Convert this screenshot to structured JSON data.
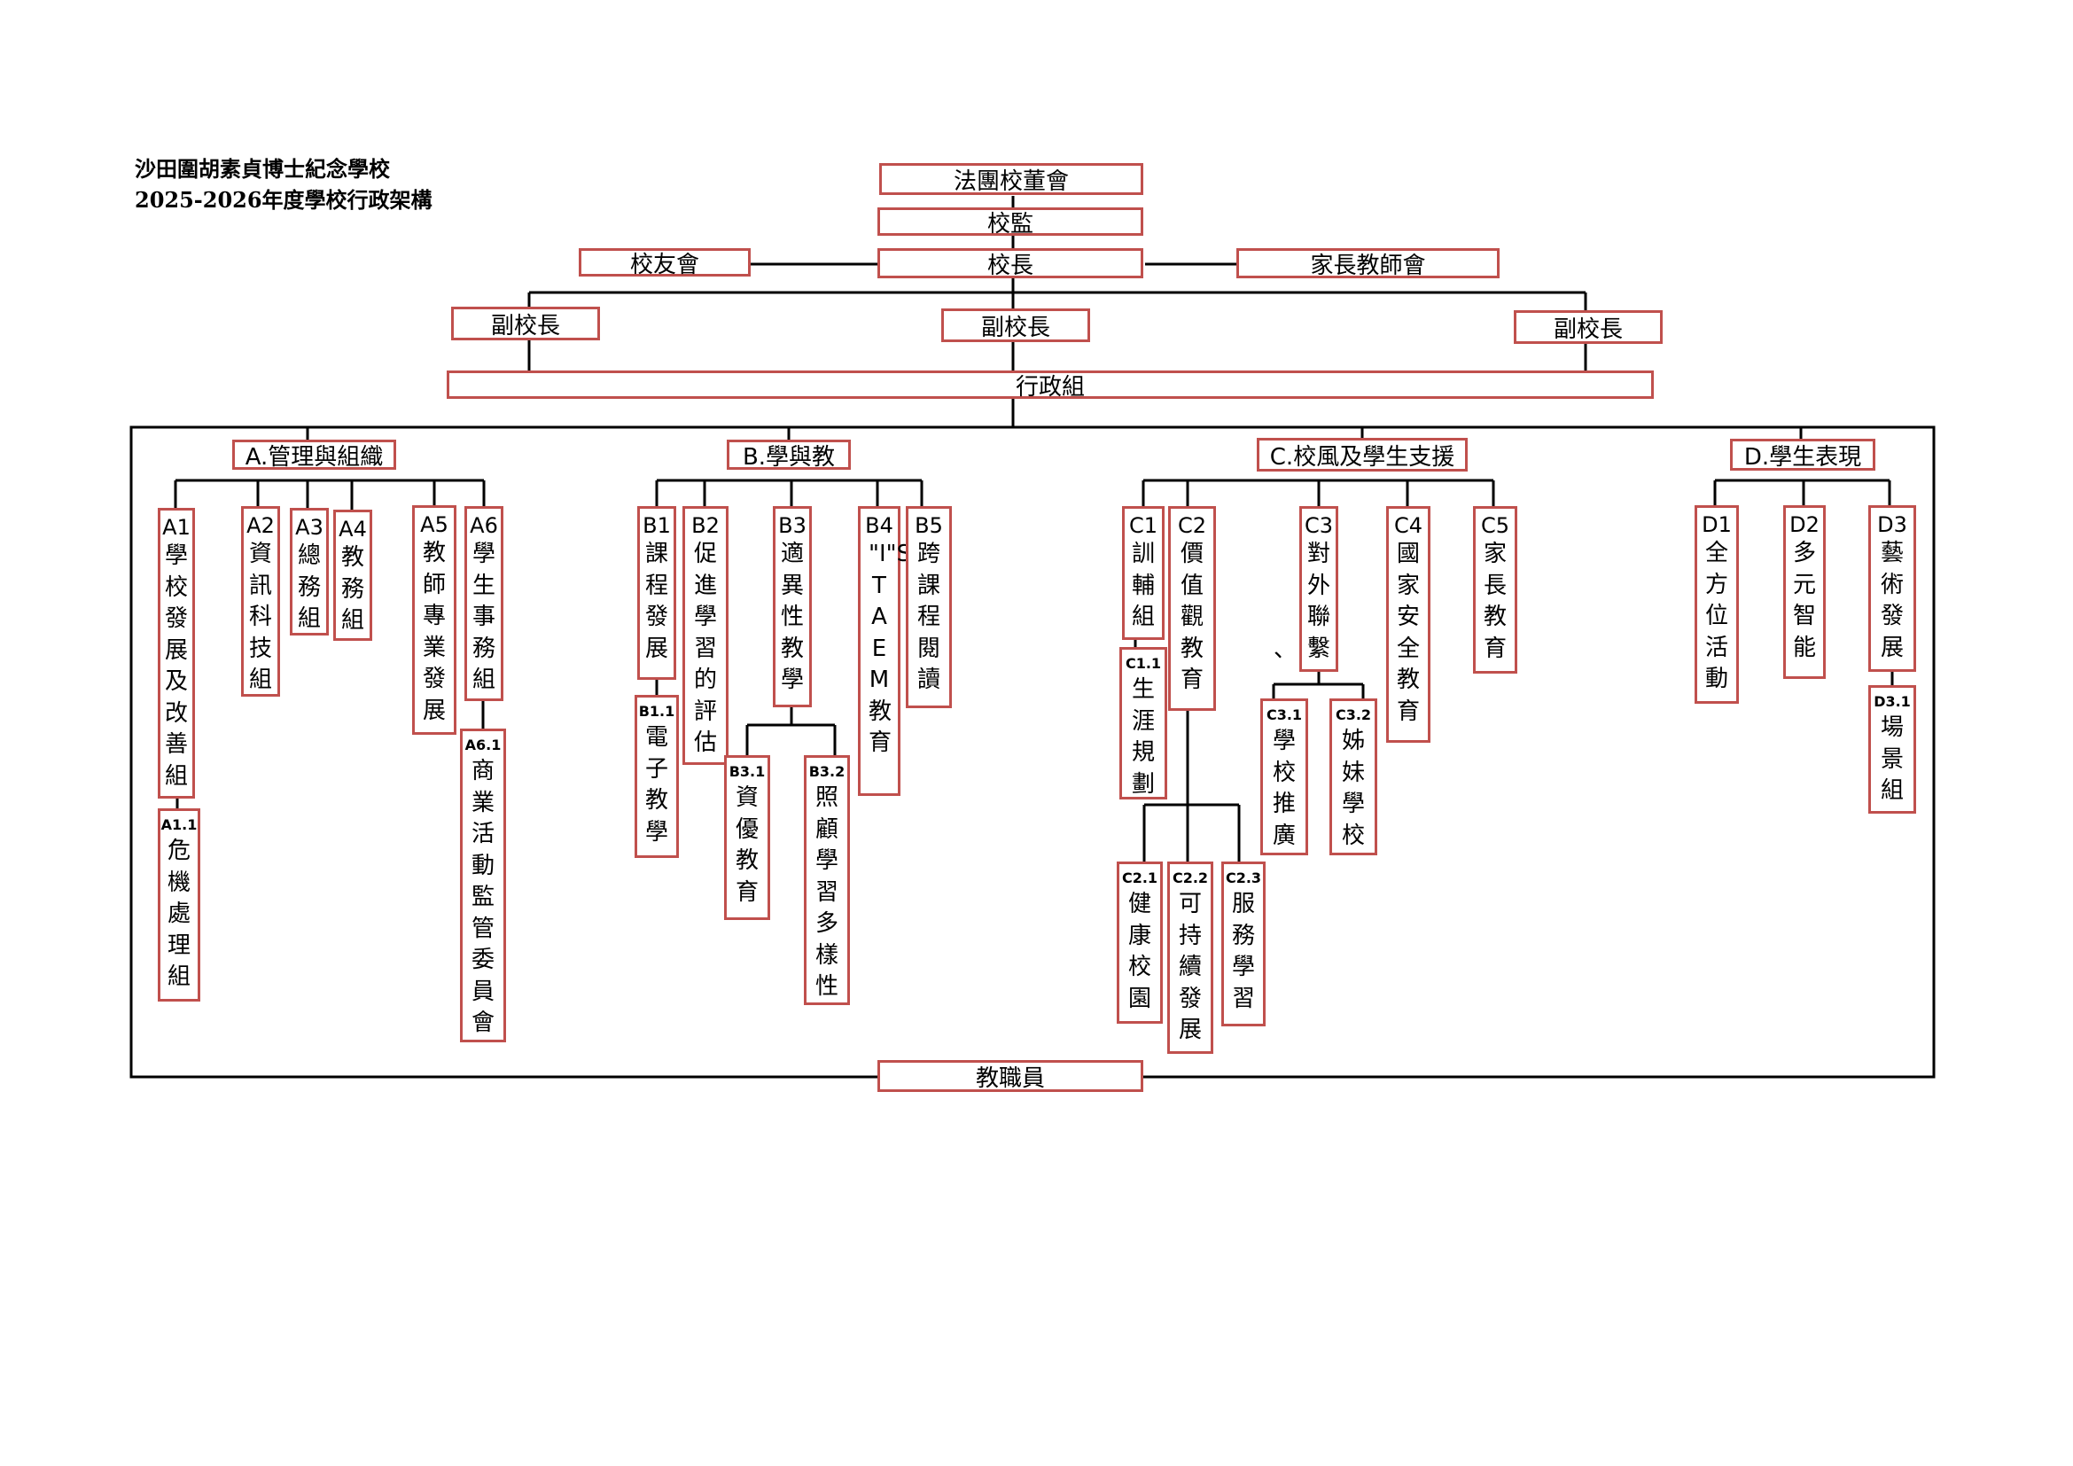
{
  "header": {
    "school_name": "沙田圍胡素貞博士紀念學校",
    "year_title": "2025-2026年度學校行政架構"
  },
  "top": {
    "board": "法團校董會",
    "supervisor": "校監",
    "principal": "校長",
    "alumni": "校友會",
    "pta": "家長教師會",
    "vp_left": "副校長",
    "vp_center": "副校長",
    "vp_right": "副校長",
    "admin": "行政組",
    "staff": "教職員"
  },
  "groups": {
    "A": "A.管理與組織",
    "B": "B.學與教",
    "C": "C.校風及學生支援",
    "D": "D.學生表現"
  },
  "units": {
    "A1": {
      "code": "A1",
      "name": "學校發展及改善組"
    },
    "A1_1": {
      "code": "A1.1",
      "name": "危機處理組"
    },
    "A2": {
      "code": "A2",
      "name": "資訊科技組"
    },
    "A3": {
      "code": "A3",
      "name": "總務組"
    },
    "A4": {
      "code": "A4",
      "name": "教務組"
    },
    "A5": {
      "code": "A5",
      "name": "教師專業發展"
    },
    "A6": {
      "code": "A6",
      "name": "學生事務組"
    },
    "A6_1": {
      "code": "A6.1",
      "name": "商業活動監管委員會"
    },
    "B1": {
      "code": "B1",
      "name": "課程發展"
    },
    "B1_1": {
      "code": "B1.1",
      "name": "電子教學"
    },
    "B2": {
      "code": "B2",
      "name": "促進學習的評估"
    },
    "B3": {
      "code": "B3",
      "name": "適異性教學"
    },
    "B3_1": {
      "code": "B3.1",
      "name": "資優教育"
    },
    "B3_2": {
      "code": "B3.2",
      "name": "照顧學習多樣性"
    },
    "B4": {
      "code": "B4",
      "name": "\"I\"STAEM教育"
    },
    "B5": {
      "code": "B5",
      "name": "跨課程閱讀"
    },
    "C1": {
      "code": "C1",
      "name": "訓輔組"
    },
    "C1_1": {
      "code": "C1.1",
      "name": "生涯規劃"
    },
    "C2": {
      "code": "C2",
      "name": "價值觀教育"
    },
    "C2_1": {
      "code": "C2.1",
      "name": "健康校園"
    },
    "C2_2": {
      "code": "C2.2",
      "name": "可持續發展"
    },
    "C2_3": {
      "code": "C2.3",
      "name": "服務學習"
    },
    "C3": {
      "code": "C3",
      "name": "對外聯繫"
    },
    "C3_1": {
      "code": "C3.1",
      "name": "學校推廣"
    },
    "C3_2": {
      "code": "C3.2",
      "name": "姊妹學校"
    },
    "C4": {
      "code": "C4",
      "name": "國家安全教育"
    },
    "C5": {
      "code": "C5",
      "name": "家長教育"
    },
    "D1": {
      "code": "D1",
      "name": "全方位活動"
    },
    "D2": {
      "code": "D2",
      "name": "多元智能"
    },
    "D3": {
      "code": "D3",
      "name": "藝術發展"
    },
    "D3_1": {
      "code": "D3.1",
      "name": "場景組"
    }
  },
  "stray_mark": "、"
}
